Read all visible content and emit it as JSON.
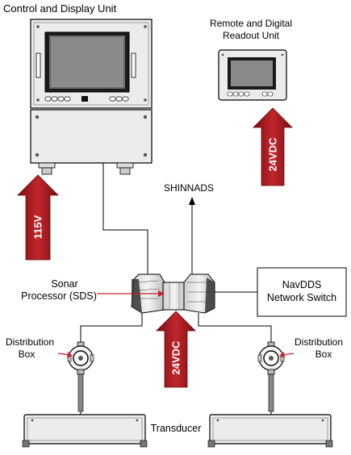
{
  "labels": {
    "control_display_unit": "Control and Display Unit",
    "remote_readout_line1": "Remote and Digital",
    "remote_readout_line2": "Readout Unit",
    "shinnads": "SHINNADS",
    "sonar_processor_line1": "Sonar",
    "sonar_processor_line2": "Processor (SDS)",
    "navdds_line1": "NavDDS",
    "navdds_line2": "Network Switch",
    "dist_box_left_line1": "Distribution",
    "dist_box_left_line2": "Box",
    "dist_box_right_line1": "Distribution",
    "dist_box_right_line2": "Box",
    "transducer": "Transducer"
  },
  "power": {
    "cdu_power": "115V",
    "remote_power": "24VDC",
    "sds_power": "24VDC"
  },
  "colors": {
    "arrow_fill": "#b0191e",
    "line": "#000000",
    "equipment_fill": "#e8e8e8",
    "screen_fill": "#555555"
  }
}
